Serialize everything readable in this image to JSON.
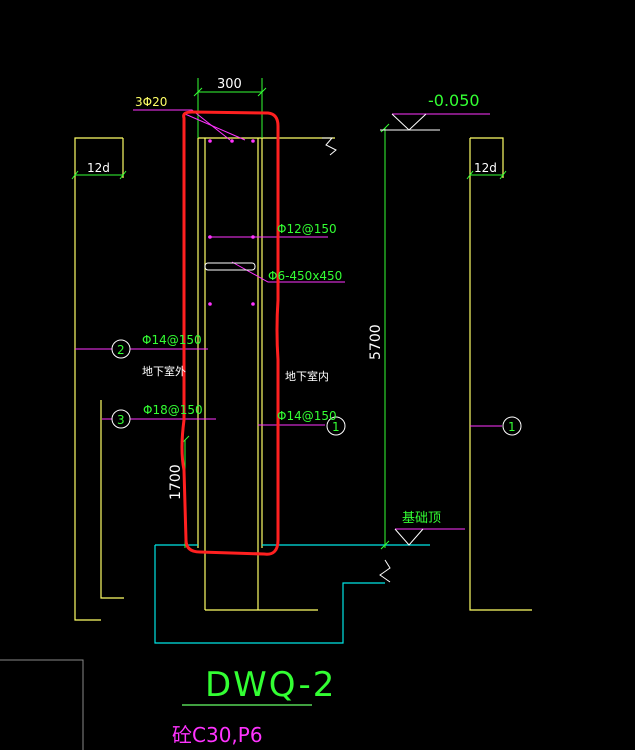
{
  "drawing": {
    "title": "DWQ-2",
    "concrete_note": "砼C30,P6",
    "colors": {
      "background": "#000000",
      "outline_yellow": "#ffff66",
      "dimension_green": "#33ff33",
      "cyan": "#00e5e5",
      "white": "#ffffff",
      "magenta": "#ff33ff",
      "red_markup": "#ff2020",
      "title_line_green": "#66ff66",
      "gray": "#888888"
    },
    "labels": {
      "width_dim": "300",
      "top_bars": "3Φ20",
      "elevation_top": "-0.050",
      "anchor_left": "12d",
      "anchor_right": "12d",
      "bar_phi12": "Φ12@150",
      "stirrup": "Φ6-450x450",
      "height_dim": "5700",
      "bar_2": "Φ14@150",
      "outside": "地下室外",
      "inside": "地下室内",
      "bar_3": "Φ18@150",
      "bar_1": "Φ14@150",
      "lower_dim": "1700",
      "foundation_top": "基础顶"
    },
    "markers": {
      "m1_center": "1",
      "m2": "2",
      "m3": "3",
      "m1_right": "1"
    }
  }
}
